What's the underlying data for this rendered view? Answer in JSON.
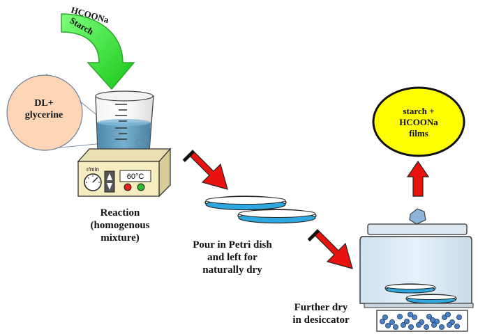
{
  "reagent_arrow": {
    "line1": "HCOONa",
    "line2": "Starch"
  },
  "zoom_circle": {
    "line1": "DL+",
    "line2": "glycerine"
  },
  "hotplate": {
    "speed_unit": "r/min",
    "temperature": "60°C"
  },
  "step_reaction": {
    "line1": "Reaction",
    "line2": "(homogenous",
    "line3": "mixture)"
  },
  "step_pour": {
    "line1": "Pour in Petri dish",
    "line2": "and left for",
    "line3": "naturally dry"
  },
  "step_desiccator": {
    "line1": "Further dry",
    "line2": "in desiccator"
  },
  "product": {
    "line1": "starch +",
    "line2": "HCOONa",
    "line3": "films"
  },
  "colors": {
    "green_arrow": "#39e639",
    "red_arrow": "#e8130e",
    "yellow": "#ffff00",
    "peach": "#fbd5b5",
    "blue_liquid": "#4a8fb5",
    "petri_blue": "#2fa8df",
    "jar_body": "#dcebf5",
    "hotplate": "#f5ecbf"
  }
}
